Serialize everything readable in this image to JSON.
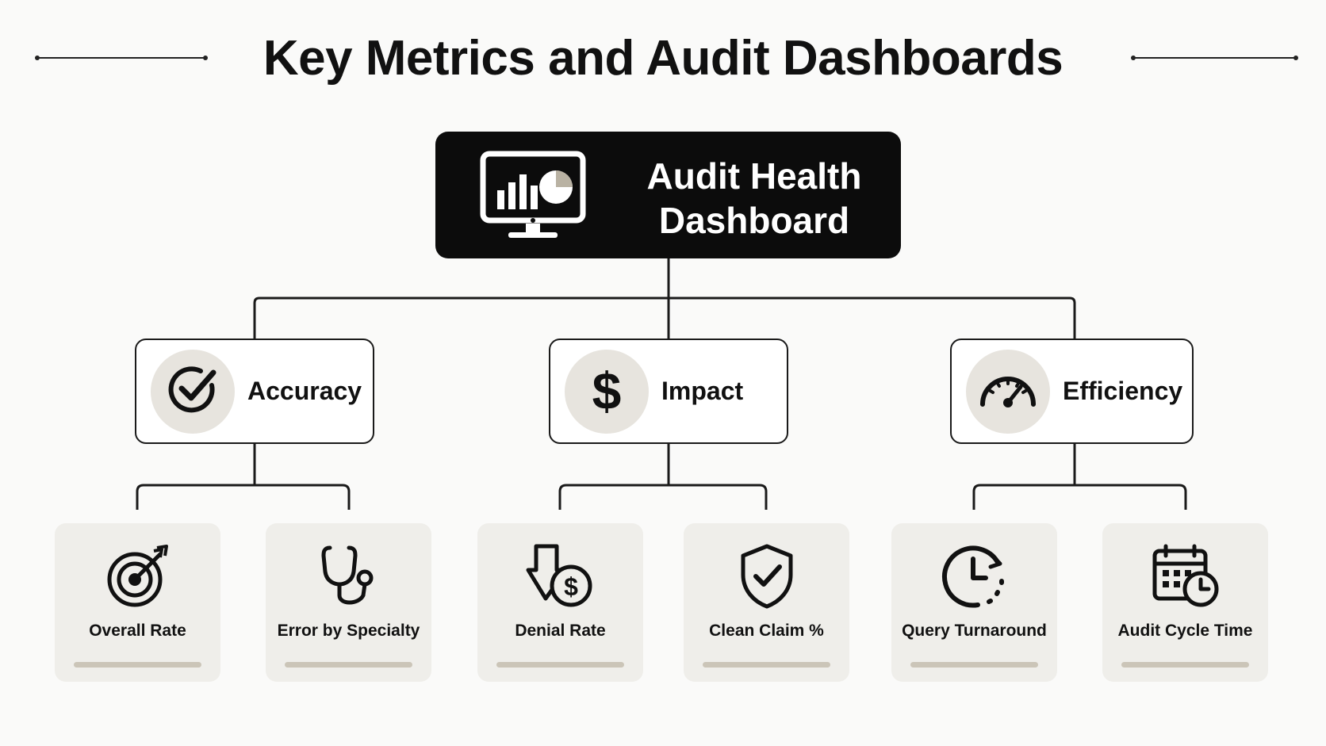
{
  "title": "Key Metrics and Audit Dashboards",
  "root": {
    "title_line1": "Audit Health",
    "title_line2": "Dashboard",
    "icon": "monitor-chart-icon"
  },
  "categories": [
    {
      "label": "Accuracy",
      "icon": "checkmark-circle-icon",
      "metrics": [
        {
          "label": "Overall Rate",
          "icon": "target-arrow-icon"
        },
        {
          "label": "Error by Specialty",
          "icon": "stethoscope-icon"
        }
      ]
    },
    {
      "label": "Impact",
      "icon": "dollar-sign-icon",
      "metrics": [
        {
          "label": "Denial Rate",
          "icon": "down-arrow-dollar-icon"
        },
        {
          "label": "Clean Claim %",
          "icon": "shield-check-icon"
        }
      ]
    },
    {
      "label": "Efficiency",
      "icon": "speedometer-icon",
      "metrics": [
        {
          "label": "Query Turnaround",
          "icon": "clock-refresh-icon"
        },
        {
          "label": "Audit Cycle Time",
          "icon": "calendar-clock-icon"
        }
      ]
    }
  ],
  "colors": {
    "background": "#fafaf9",
    "root_fill": "#0c0c0c",
    "badge_fill": "#e7e4de",
    "leaf_fill": "#efeeea",
    "leaf_bar": "#cbc5b8",
    "line": "#1a1a1a"
  }
}
